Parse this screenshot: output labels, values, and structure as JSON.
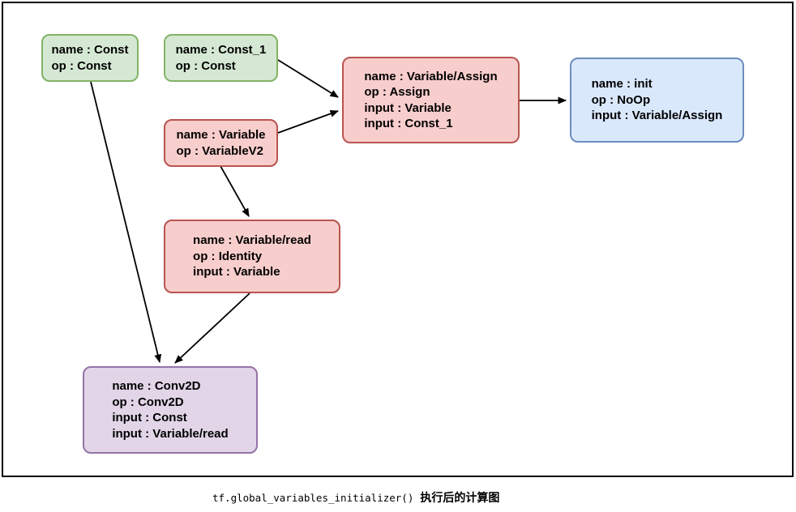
{
  "diagram": {
    "nodes": [
      {
        "id": "const",
        "color": "green",
        "lines": [
          "name : Const",
          "op : Const"
        ]
      },
      {
        "id": "const_1",
        "color": "green",
        "lines": [
          "name : Const_1",
          "op : Const"
        ]
      },
      {
        "id": "variable",
        "color": "red",
        "lines": [
          "name : Variable",
          "op : VariableV2"
        ]
      },
      {
        "id": "variable_assign",
        "color": "red",
        "lines": [
          "name : Variable/Assign",
          "op : Assign",
          "input : Variable",
          "input : Const_1"
        ]
      },
      {
        "id": "init",
        "color": "blue",
        "lines": [
          "name : init",
          "op : NoOp",
          "input : Variable/Assign"
        ]
      },
      {
        "id": "variable_read",
        "color": "red",
        "lines": [
          "name : Variable/read",
          "op : Identity",
          "input : Variable"
        ]
      },
      {
        "id": "conv2d",
        "color": "purple",
        "lines": [
          "name : Conv2D",
          "op : Conv2D",
          "input : Const",
          "input : Variable/read"
        ]
      }
    ],
    "edges": [
      {
        "from": "Const",
        "to": "Conv2D"
      },
      {
        "from": "Const_1",
        "to": "Variable/Assign"
      },
      {
        "from": "Variable",
        "to": "Variable/Assign"
      },
      {
        "from": "Variable/Assign",
        "to": "init"
      },
      {
        "from": "Variable",
        "to": "Variable/read"
      },
      {
        "from": "Variable/read",
        "to": "Conv2D"
      }
    ],
    "colors": {
      "green_fill": "#d5e8d4",
      "green_stroke": "#82b366",
      "red_fill": "#f8cecc",
      "red_stroke": "#b85450",
      "blue_fill": "#dae8fc",
      "blue_stroke": "#6c8ebf",
      "purple_fill": "#e1d5e7",
      "purple_stroke": "#9673a6",
      "edge": "#000000",
      "frame": "#000000",
      "text": "#000000"
    }
  },
  "caption": {
    "code": "tf.global_variables_initializer()",
    "text": "执行后的计算图"
  }
}
